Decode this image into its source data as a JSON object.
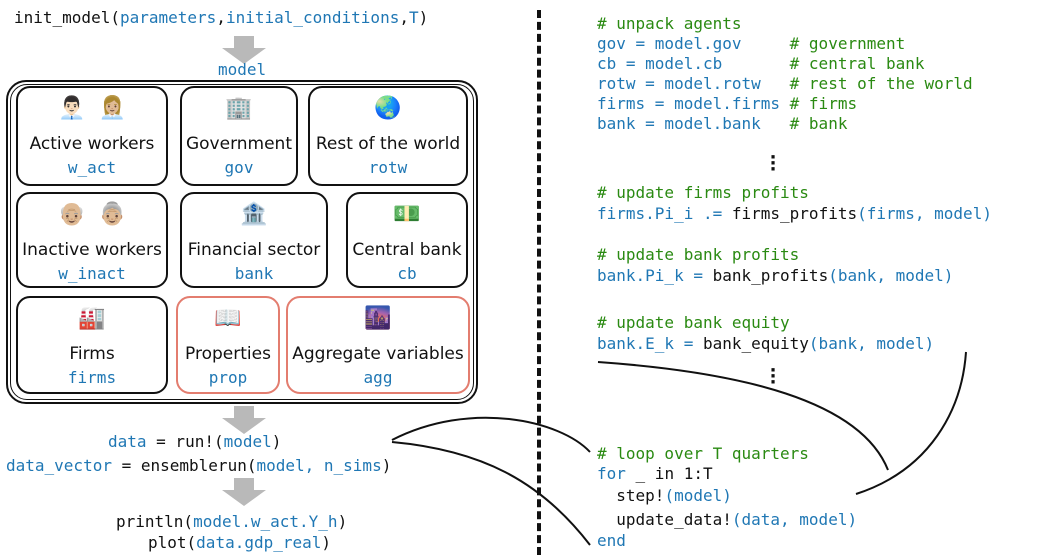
{
  "left": {
    "init_call": {
      "func": "init_model(",
      "arg1": "parameters",
      "comma1": ",",
      "arg2": "initial_conditions",
      "comma2": ",",
      "arg3": "T",
      "close": ")"
    },
    "model_label": "model",
    "boxes": [
      {
        "label": "Active workers",
        "var": "w_act",
        "icon": "worker-couple-icon",
        "glyphs": "👨🏻‍💼 👩🏼‍💼"
      },
      {
        "label": "Government",
        "var": "gov",
        "icon": "government-building-icon",
        "glyphs": "🏢"
      },
      {
        "label": "Rest of the world",
        "var": "rotw",
        "icon": "globe-icon",
        "glyphs": "🌏"
      },
      {
        "label": "Inactive workers",
        "var": "w_inact",
        "icon": "elderly-couple-icon",
        "glyphs": "👴🏼 👵🏼"
      },
      {
        "label": "Financial sector",
        "var": "bank",
        "icon": "bank-icon",
        "glyphs": "🏦"
      },
      {
        "label": "Central bank",
        "var": "cb",
        "icon": "banknote-icon",
        "glyphs": "💵"
      },
      {
        "label": "Firms",
        "var": "firms",
        "icon": "factory-icon",
        "glyphs": "🏭"
      },
      {
        "label": "Properties",
        "var": "prop",
        "icon": "book-icon",
        "glyphs": "📖"
      },
      {
        "label": "Aggregate variables",
        "var": "agg",
        "icon": "city-icon",
        "glyphs": "🌆"
      }
    ],
    "run_lines": [
      {
        "lhs": "data",
        "eq": " = run!(",
        "arg": "model",
        "close": ")"
      },
      {
        "lhs": "data_vector",
        "eq": " = ensemblerun(",
        "arg": "model, n_sims",
        "close": ")"
      }
    ],
    "output_lines": [
      {
        "func": "println(",
        "arg": "model.w_act.Y_h",
        "close": ")"
      },
      {
        "func": "plot(",
        "arg": "data.gdp_real",
        "close": ")"
      }
    ]
  },
  "right": {
    "unpack": {
      "comment": "# unpack agents",
      "rows": [
        {
          "code": "gov = model.gov     ",
          "comment": "# government"
        },
        {
          "code": "cb = model.cb       ",
          "comment": "# central bank"
        },
        {
          "code": "rotw = model.rotw   ",
          "comment": "# rest of the world"
        },
        {
          "code": "firms = model.firms ",
          "comment": "# firms"
        },
        {
          "code": "bank = model.bank   ",
          "comment": "# bank"
        }
      ]
    },
    "firms_profits": {
      "comment": "# update firms profits",
      "lhs": "firms.Pi_i .=",
      "func": " firms_profits",
      "args": "(firms, model)"
    },
    "bank_profits": {
      "comment": "# update bank profits",
      "lhs": "bank.Pi_k =",
      "func": " bank_profits",
      "args": "(bank, model)"
    },
    "bank_equity": {
      "comment": "# update bank equity",
      "lhs": "bank.E_k =",
      "func": " bank_equity",
      "args": "(bank, model)"
    },
    "loop": {
      "comment": "# loop over T quarters",
      "for_kw": "for",
      "for_rest": " _ in 1:T",
      "step_func": "  step!",
      "step_args": "(model)",
      "update_func": "  update_data!",
      "update_args": "(data, model)",
      "end_kw": "end"
    }
  },
  "colors": {
    "code_blue": "#1f77b4",
    "comment_green": "#2a8a12",
    "highlight_red": "#e37d6f",
    "arrow_gray": "#b9b9b9"
  }
}
